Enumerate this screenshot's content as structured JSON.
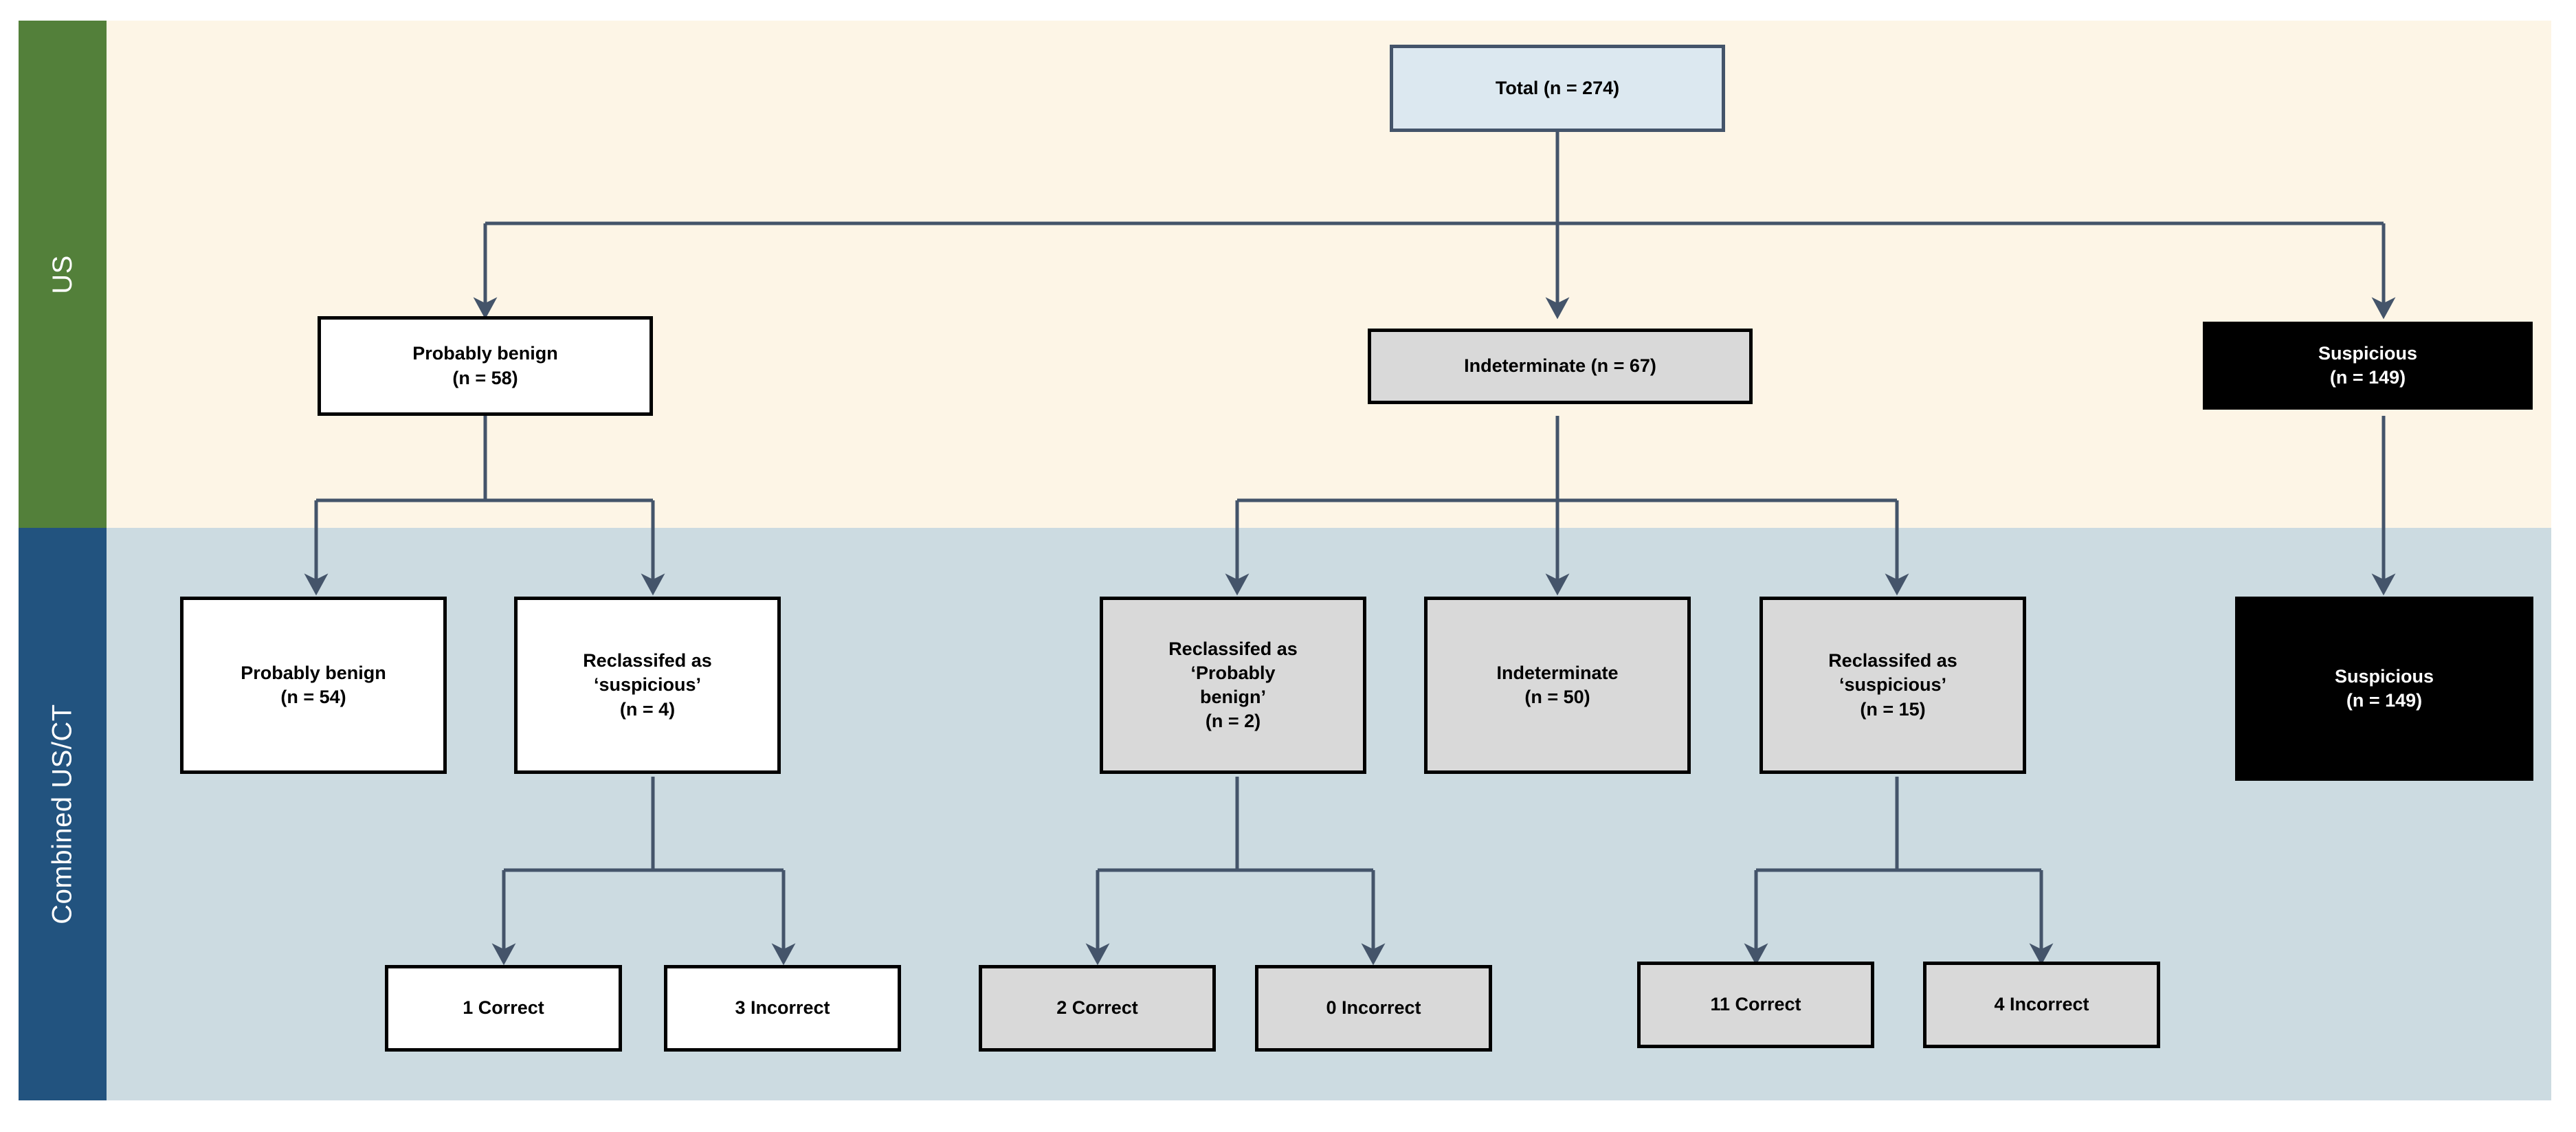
{
  "figure": {
    "type": "flowchart",
    "title": "",
    "rails": [
      {
        "id": "us",
        "label": "US",
        "color": "#53803a",
        "text_color": "#ffffff"
      },
      {
        "id": "us_ct",
        "label": "Combined US/CT",
        "color": "#22537f",
        "text_color": "#ffffff"
      }
    ],
    "band_colors": {
      "us": "#fdf5e6",
      "us_ct": "#ccdbe1"
    },
    "connector_color": "#44546a"
  },
  "nodes": {
    "total": {
      "label": "Total (n = 274)",
      "n": 274,
      "style": "sk-blue"
    },
    "us_benign": {
      "label": "Probably benign\n(n = 58)",
      "n": 58,
      "style": "sk-white"
    },
    "us_indet": {
      "label": "Indeterminate (n = 67)",
      "n": 67,
      "style": "sk-gray"
    },
    "us_susp": {
      "label": "Suspicious\n(n = 149)",
      "n": 149,
      "style": "sk-black"
    },
    "ct_benign": {
      "label": "Probably benign\n(n = 54)",
      "n": 54,
      "style": "sk-white"
    },
    "ct_b_resusp": {
      "label": "Reclassifed as\n‘suspicious’\n(n = 4)",
      "n": 4,
      "style": "sk-white"
    },
    "ct_i_reben": {
      "label": "Reclassifed as\n‘Probably\nbenign’\n(n = 2)",
      "n": 2,
      "style": "sk-gray"
    },
    "ct_indet": {
      "label": "Indeterminate\n(n = 50)",
      "n": 50,
      "style": "sk-gray"
    },
    "ct_i_resusp": {
      "label": "Reclassifed as\n‘suspicious’\n(n = 15)",
      "n": 15,
      "style": "sk-gray"
    },
    "ct_susp": {
      "label": "Suspicious\n(n = 149)",
      "n": 149,
      "style": "sk-black"
    },
    "b_correct": {
      "label": "1 Correct",
      "n": 1,
      "style": "sk-white"
    },
    "b_incorrect": {
      "label": "3 Incorrect",
      "n": 3,
      "style": "sk-white"
    },
    "i_correct": {
      "label": "2 Correct",
      "n": 2,
      "style": "sk-gray"
    },
    "i_incorrect": {
      "label": "0 Incorrect",
      "n": 0,
      "style": "sk-gray"
    },
    "s_correct": {
      "label": "11 Correct",
      "n": 11,
      "style": "sk-gray"
    },
    "s_incorrect": {
      "label": "4 Incorrect",
      "n": 4,
      "style": "sk-gray"
    }
  },
  "edges": [
    {
      "from": "total",
      "to": "us_benign"
    },
    {
      "from": "total",
      "to": "us_indet"
    },
    {
      "from": "total",
      "to": "us_susp"
    },
    {
      "from": "us_benign",
      "to": "ct_benign"
    },
    {
      "from": "us_benign",
      "to": "ct_b_resusp"
    },
    {
      "from": "us_indet",
      "to": "ct_i_reben"
    },
    {
      "from": "us_indet",
      "to": "ct_indet"
    },
    {
      "from": "us_indet",
      "to": "ct_i_resusp"
    },
    {
      "from": "us_susp",
      "to": "ct_susp"
    },
    {
      "from": "ct_b_resusp",
      "to": "b_correct"
    },
    {
      "from": "ct_b_resusp",
      "to": "b_incorrect"
    },
    {
      "from": "ct_i_reben",
      "to": "i_correct"
    },
    {
      "from": "ct_i_reben",
      "to": "i_incorrect"
    },
    {
      "from": "ct_i_resusp",
      "to": "s_correct"
    },
    {
      "from": "ct_i_resusp",
      "to": "s_incorrect"
    }
  ]
}
